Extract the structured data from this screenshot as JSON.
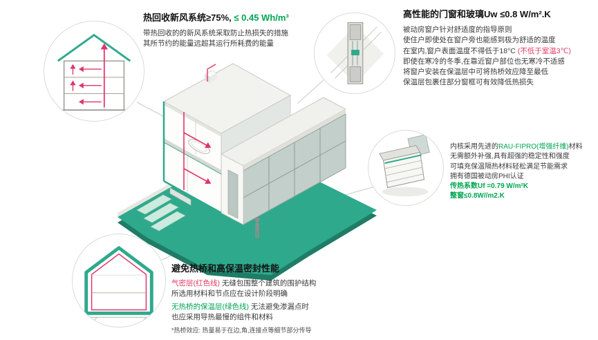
{
  "colors": {
    "teal_graphic": "#2fa98c",
    "teal_dark": "#1f7c66",
    "green_text": "#00a651",
    "red_line": "#e0356b",
    "red_text": "#e23a5f",
    "text_dark": "#121212",
    "text_body": "#3a3a3a"
  },
  "ventilation": {
    "title_main": "热回收新风系统≥75%, ",
    "title_metric": "≤ 0.45 Wh/m³",
    "line1": "带热回收的的新风系统采取防止热损失的措施",
    "line2": "其所节约的能量远超其运行所耗费的能量"
  },
  "windows": {
    "title": "高性能的门窗和玻璃Uw ≤0.8 W/m².K",
    "line1": "被动房窗户针对舒适度的指导原则",
    "line2": "使住户即使处在窗户旁也能感到极为舒适的温度",
    "line3a": "在室内,窗户表面温度不得低于18°C ",
    "line3b": "(不低于室温3℃)",
    "line4": "即使在寒冷的冬季,在靠近窗户部位也无寒冷不适感",
    "line5": "将窗户安装在保温层中可将热桥效应降至最低",
    "line6": "保温层包裹住部分窗框可有效降低热损失"
  },
  "profile": {
    "line1a": "内核采用先进的",
    "line1b": "RAU-FIPRO(增强纤维)",
    "line1c": "材料",
    "line2": "无需额外补强,具有超强的稳定性和强度",
    "line3": "可填充保温隔热材料轻松满足节能需求",
    "line4": "拥有德国被动房PHI认证",
    "metric1": "传热系数Uf =0.79 W/m²K",
    "metric2": "整窗≤0.8W//m2.K"
  },
  "thermal": {
    "title": "避免热桥和高保温密封性能",
    "line1a": "气密层(红色线)",
    "line1b": " 无缝包围整个建筑的围护结构",
    "line2": "所选用材料和节点应在设计阶段明确",
    "line3a": "无热桥的保温层(绿色线)",
    "line3b": " 无法避免渗漏点时",
    "line4": "也应采用导热最慢的组件和材料",
    "footnote": "*热桥效应: 热量易于在边,角,连接点等细节部分传导"
  },
  "diagrams": {
    "main_house": "isometric-passive-house-cutaway",
    "circle_ventilation": "house-section-air-circulation-diagram",
    "circle_window_detail": "window-frame-section-detail",
    "circle_profile": "window-profile-3d-render",
    "circle_envelope": "house-section-insulation-envelope-diagram"
  }
}
